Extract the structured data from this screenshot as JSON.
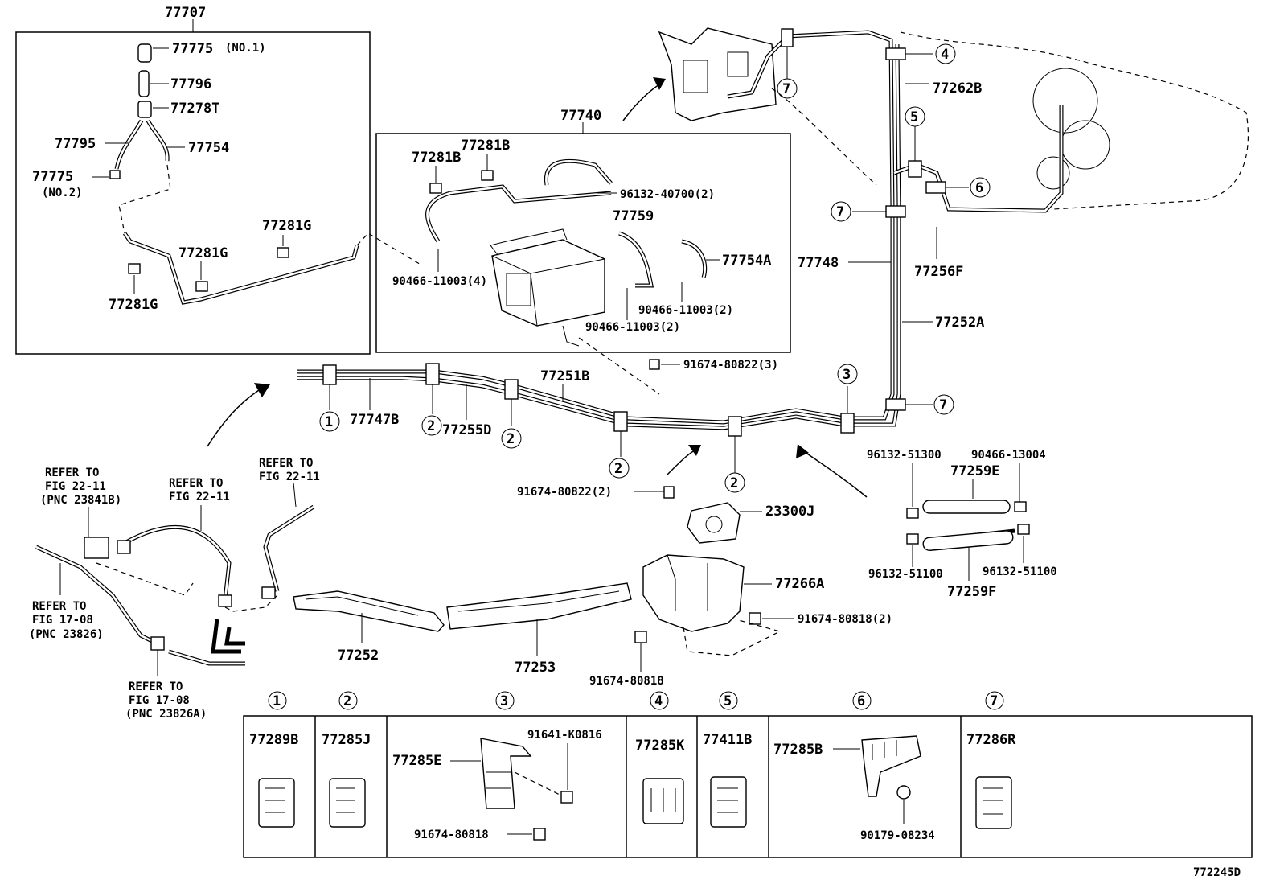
{
  "labels": {
    "l77707": "77707",
    "l77775_1": "77775",
    "l77775_1s": "(NO.1)",
    "l77796": "77796",
    "l77278T": "77278T",
    "l77795": "77795",
    "l77754": "77754",
    "l77775_2": "77775",
    "l77775_2s": "(NO.2)",
    "l77281G_a": "77281G",
    "l77281G_b": "77281G",
    "l77281G_c": "77281G",
    "l77740": "77740",
    "l77281B_a": "77281B",
    "l77281B_b": "77281B",
    "l96132_40700": "96132-40700(2)",
    "l77759": "77759",
    "l77754A": "77754A",
    "l90466_4": "90466-11003(4)",
    "l90466_2a": "90466-11003(2)",
    "l90466_2b": "90466-11003(2)",
    "l91674_3": "91674-80822(3)",
    "l77251B": "77251B",
    "l77747B": "77747B",
    "l77255D": "77255D",
    "l77262B": "77262B",
    "l77748": "77748",
    "l77256F": "77256F",
    "l77252A": "77252A",
    "l96132_51300": "96132-51300",
    "l90466_13004": "90466-13004",
    "l77259E": "77259E",
    "l96132_51100a": "96132-51100",
    "l96132_51100b": "96132-51100",
    "l77259F": "77259F",
    "l91674_2": "91674-80822(2)",
    "l23300J": "23300J",
    "l77266A": "77266A",
    "l91674_80818_2": "91674-80818(2)",
    "l91674_80818": "91674-80818",
    "l77252": "77252",
    "l77253": "77253",
    "ref1a": "REFER TO",
    "ref1b": "FIG 22-11",
    "ref1c": "(PNC 23841B)",
    "ref2a": "REFER TO",
    "ref2b": "FIG 22-11",
    "ref3a": "REFER TO",
    "ref3b": "FIG 22-11",
    "ref4a": "REFER TO",
    "ref4b": "FIG 17-08",
    "ref4c": "(PNC 23826)",
    "ref5a": "REFER TO",
    "ref5b": "FIG 17-08",
    "ref5c": "(PNC 23826A)",
    "diagram_id": "772245D"
  },
  "callouts": [
    "1",
    "2",
    "3",
    "4",
    "5",
    "6",
    "7"
  ],
  "legend": [
    {
      "num": "1",
      "part": "77289B"
    },
    {
      "num": "2",
      "part": "77285J"
    },
    {
      "num": "3",
      "part": "77285E",
      "extra1": "91641-K0816",
      "extra2": "91674-80818"
    },
    {
      "num": "4",
      "part": "77285K"
    },
    {
      "num": "5",
      "part": "77411B"
    },
    {
      "num": "6",
      "part": "77285B",
      "extra1": "90179-08234"
    },
    {
      "num": "7",
      "part": "77286R"
    }
  ]
}
